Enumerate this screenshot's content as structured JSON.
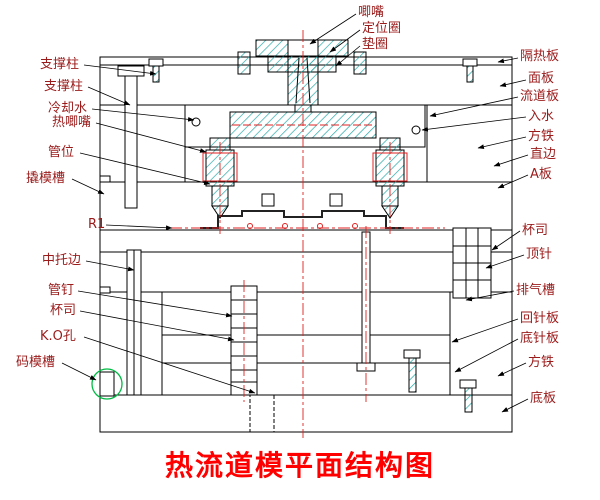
{
  "title": "热流道模平面结构图",
  "colors": {
    "label": "#9B1B1B",
    "title": "#FF0000",
    "hatch": "#2AA8A8",
    "centerline": "#E02020",
    "highlight": "#00BB44"
  },
  "labels": {
    "support_column_1": "支撑柱",
    "support_column_2": "支撑柱",
    "cooling_water": "冷却水",
    "hot_nozzle": "热唧嘴",
    "tube_position": "管位",
    "pry_slot": "撬模槽",
    "r1": "R1",
    "middle_support_edge": "中托边",
    "tube_pin": "管钉",
    "cup_bushing_left": "杯司",
    "ko_hole": "K.O孔",
    "clamp_slot": "码模槽",
    "nozzle": "唧嘴",
    "locating_ring": "定位圈",
    "washer": "垫圈",
    "insulation_plate": "隔热板",
    "face_plate": "面板",
    "runner_plate": "流道板",
    "water_inlet": "入水",
    "square_iron_top": "方铁",
    "straight_edge": "直边",
    "a_plate": "A板",
    "cup_bushing_right": "杯司",
    "ejector_pin": "顶针",
    "vent_slot": "排气槽",
    "return_pin_plate": "回针板",
    "bottom_pin_plate": "底针板",
    "square_iron_bottom": "方铁",
    "bottom_plate": "底板"
  }
}
